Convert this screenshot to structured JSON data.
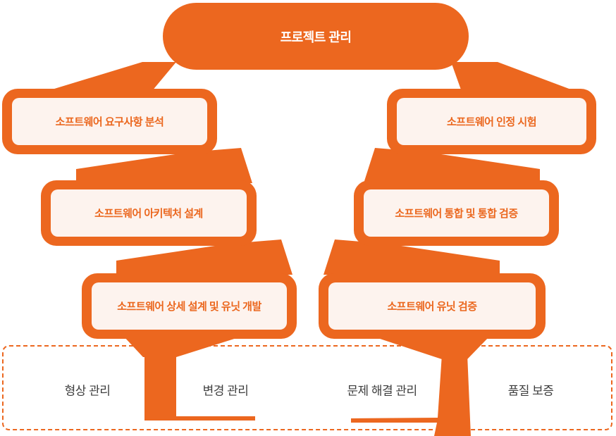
{
  "diagram": {
    "top": {
      "label": "프로젝트 관리"
    },
    "left_steps": [
      {
        "label": "소프트웨어 요구사항 분석"
      },
      {
        "label": "소프트웨어 아키텍처 설계"
      },
      {
        "label": "소프트웨어 상세 설계 및 유닛 개발"
      }
    ],
    "right_steps": [
      {
        "label": "소프트웨어 인정 시험"
      },
      {
        "label": "소프트웨어 통합 및 통합 검증"
      },
      {
        "label": "소프트웨어 유닛 검증"
      }
    ],
    "support_processes": [
      {
        "label": "형상 관리"
      },
      {
        "label": "변경 관리"
      },
      {
        "label": "문제 해결 관리"
      },
      {
        "label": "품질 보증"
      }
    ],
    "colors": {
      "accent_orange": "#EC671F",
      "panel_cream": "#FDF3EE",
      "pill_text": "#FFFFFF",
      "support_text": "#3E3E3E"
    }
  }
}
